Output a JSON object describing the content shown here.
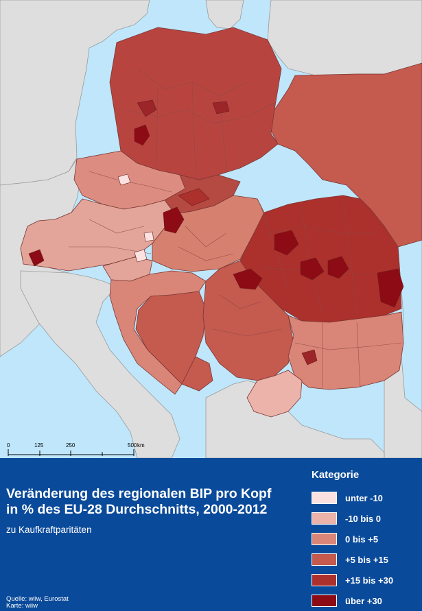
{
  "title_lines": [
    "Veränderung des regionalen BIP pro Kopf",
    "in % des EU-28 Durchschnitts, 2000-2012"
  ],
  "subtitle": "zu Kaufkraftparitäten",
  "source": "Quelle: wiiw, Eurostat",
  "map_credit": "Karte: wiiw",
  "legend": {
    "title": "Kategorie",
    "items": [
      {
        "label": "unter -10",
        "color": "#fbe2e0"
      },
      {
        "label": "-10 bis 0",
        "color": "#ebb3aa"
      },
      {
        "label": "0 bis +5",
        "color": "#d98577"
      },
      {
        "label": "+5 bis +15",
        "color": "#c55a4f"
      },
      {
        "label": "+15 bis +30",
        "color": "#ac302c"
      },
      {
        "label": "über +30",
        "color": "#8c0b14"
      }
    ]
  },
  "scale_bar": {
    "ticks": [
      "0",
      "125",
      "250",
      "500"
    ],
    "unit": "km"
  },
  "colors": {
    "sea": "#bfe6fb",
    "land_other": "#dedede",
    "border": "#7a3733",
    "panel": "#0a4a9a",
    "country_outside": "#c55a4f"
  }
}
